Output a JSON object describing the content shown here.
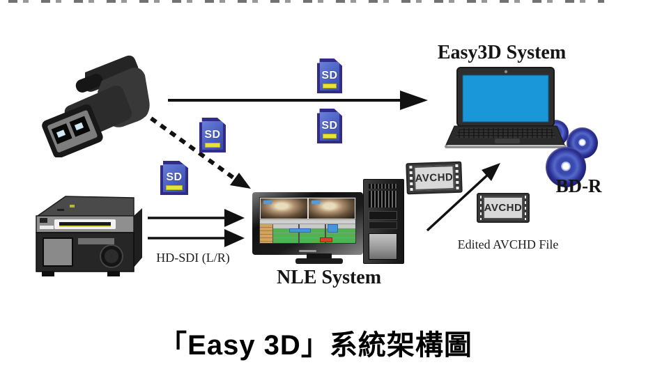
{
  "labels": {
    "easy3d_system": "Easy3D System",
    "bd_r": "BD-R",
    "nle_system": "NLE System",
    "hd_sdi": "HD-SDI (L/R)",
    "edited_avchd_file": "Edited AVCHD File",
    "avchd": "AVCHD",
    "sd": "SD",
    "title": "「Easy 3D」系統架構圖"
  },
  "icons": {
    "camera": "3d-camcorder-icon",
    "deck": "deck-recorder-icon",
    "sd_card": "sd-card-icon",
    "laptop": "laptop-icon",
    "disc": "bd-r-disc-icon",
    "monitor": "nle-monitor-icon",
    "tower": "pc-tower-icon",
    "film": "avchd-film-icon",
    "arrows": [
      "solid-arrow",
      "dashed-arrow",
      "hd-sdi-arrows",
      "edited-avchd-arrow"
    ]
  },
  "colors": {
    "background": "#ffffff",
    "arrow": "#111111",
    "sd_body": "#332c86",
    "sd_panel": "#4a5fc2",
    "sd_stripe": "#e8e23a",
    "laptop_screen": "#1a97d8",
    "disc_blue": "#2a2f92",
    "timeline_green": "#52b252",
    "timeline_tan": "#d2a45e",
    "clip_blue": "#4596d8",
    "clip_red": "#d84030"
  }
}
